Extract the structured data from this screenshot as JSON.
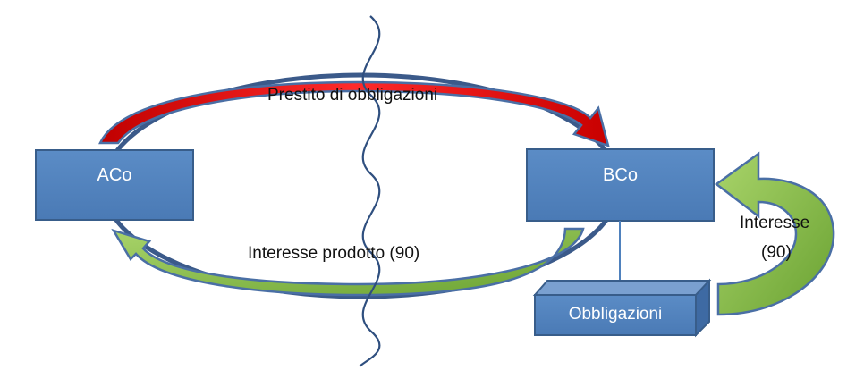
{
  "nodes": {
    "aco": {
      "label": "ACo"
    },
    "bco": {
      "label": "BCo"
    },
    "bonds": {
      "label": "Obbligazioni"
    }
  },
  "edges": {
    "loan": {
      "label": "Prestito di obbligazioni",
      "color": "#e00000"
    },
    "interest_produced": {
      "label": "Interesse prodotto (90)",
      "color": "#8dc63f"
    },
    "interest_right": {
      "line1": "Interesse",
      "line2": "(90)",
      "color": "#8dc63f"
    }
  },
  "colors": {
    "box_fill": "#4f81bd",
    "box_stroke": "#385d8a",
    "ellipse": "#3b5a8a",
    "arrow_outline": "#4a6fa5",
    "wave": "#2f4f7f"
  }
}
